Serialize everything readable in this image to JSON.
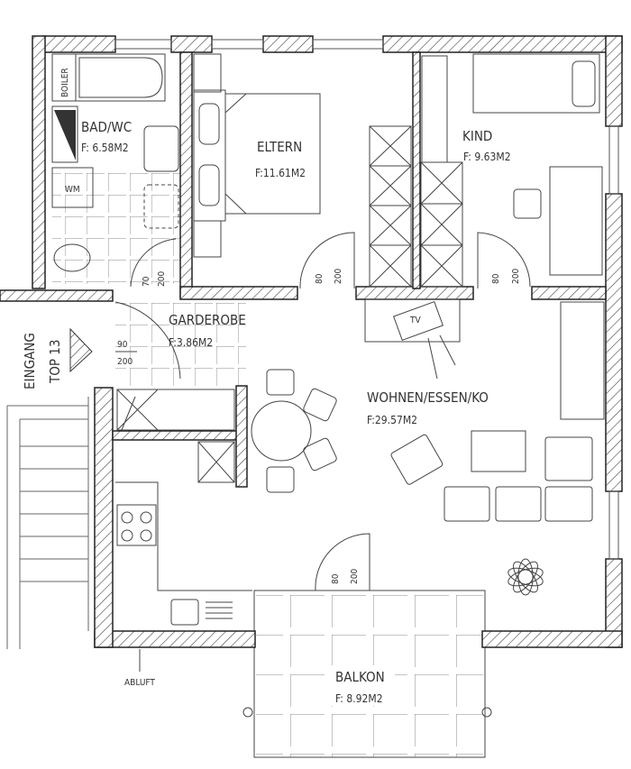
{
  "rooms": {
    "bad": {
      "name": "BAD/WC",
      "area": "F: 6.58M2"
    },
    "eltern": {
      "name": "ELTERN",
      "area": "F:11.61M2"
    },
    "kind": {
      "name": "KIND",
      "area": "F: 9.63M2"
    },
    "garderobe": {
      "name": "GARDEROBE",
      "area": "F:3.86M2"
    },
    "wohnen": {
      "name": "WOHNEN/ESSEN/KO",
      "area": "F:29.57M2"
    },
    "balkon": {
      "name": "BALKON",
      "area": "F: 8.92M2"
    }
  },
  "fixtures": {
    "boiler": "BOILER",
    "wm": "WM",
    "tv": "TV",
    "abluft": "ABLUFT"
  },
  "entrance": {
    "line1": "EINGANG",
    "line2": "TOP 13"
  },
  "doors": [
    {
      "width": "70",
      "height": "200"
    },
    {
      "width": "80",
      "height": "200"
    },
    {
      "width": "80",
      "height": "200"
    },
    {
      "width": "90",
      "height": "200"
    },
    {
      "width": "80",
      "height": "200"
    }
  ]
}
